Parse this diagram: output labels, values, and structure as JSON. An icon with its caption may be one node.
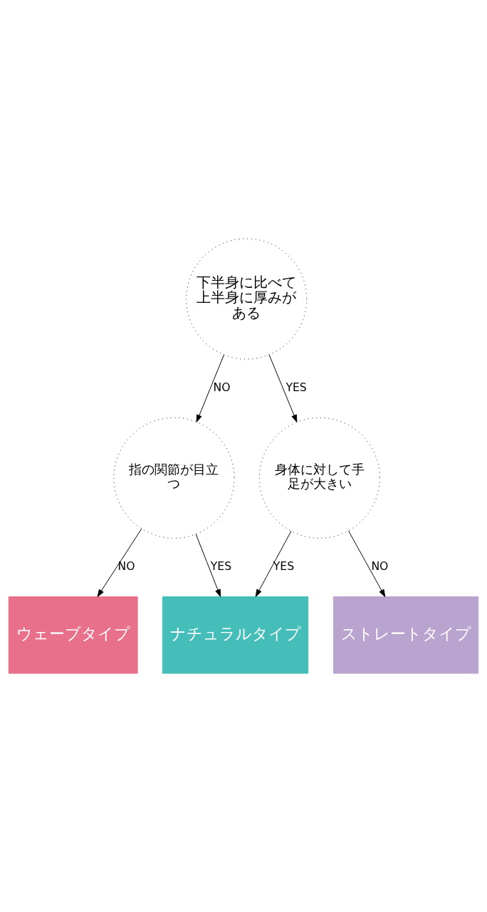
{
  "diagram": {
    "nodes": [
      {
        "text": [
          "下半身に比べて上半身に厚みがある"
        ]
      },
      {
        "text": [
          "指の関節が目立つ"
        ]
      },
      {
        "text": [
          "身体に対して手足が大きい"
        ]
      },
      {
        "text": [
          "ウェーブタイプ"
        ]
      },
      {
        "text": [
          "ナチュラルタイプ"
        ]
      },
      {
        "text": [
          "ストレートタイプ"
        ]
      }
    ],
    "edges": [
      {
        "from": 0,
        "to": 1,
        "arrow": "to",
        "label": "NO"
      },
      {
        "from": 0,
        "to": 2,
        "arrow": "to",
        "label": "YES"
      },
      {
        "from": 1,
        "to": 3,
        "arrow": "to",
        "label": "NO"
      },
      {
        "from": 1,
        "to": 4,
        "arrow": "to",
        "label": "YES"
      },
      {
        "from": 2,
        "to": 4,
        "arrow": "to",
        "label": "YES"
      },
      {
        "from": 2,
        "to": 5,
        "arrow": "to",
        "label": "NO"
      }
    ]
  }
}
